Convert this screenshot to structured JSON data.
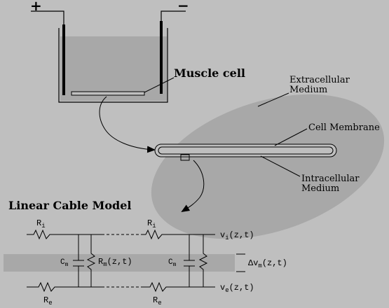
{
  "electrodes": {
    "plus": "+",
    "minus": "−"
  },
  "labels": {
    "muscle_cell": "Muscle cell",
    "extracellular_1": "Extracellular",
    "extracellular_2": "Medium",
    "cell_membrane": "Cell Membrane",
    "intracellular_1": "Intracellular",
    "intracellular_2": "Medium",
    "model_title": "Linear Cable Model"
  },
  "circuit": {
    "ri_main": "R",
    "ri_sub": "i",
    "ri2_main": "R",
    "ri2_sub": "i",
    "re_main": "R",
    "re_sub": "e",
    "re2_main": "R",
    "re2_sub": "e",
    "cm_main": "C",
    "cm_sub": "m",
    "cm2_main": "C",
    "cm2_sub": "m",
    "rm_main": "R",
    "rm_sub": "m",
    "rm_tail": "(z,t)",
    "vi_main": "v",
    "vi_sub": "i",
    "vi_tail": "(z,t)",
    "ve_main": "v",
    "ve_sub": "e",
    "ve_tail": "(z,t)",
    "dv_pre": "Δv",
    "dv_sub": "m",
    "dv_tail": "(z,t)"
  },
  "colors": {
    "background": "#bfbfbf",
    "extracellular": "#a8a8a8",
    "bath_fluid": "#a8a8a8",
    "membrane_band": "#a8a8a8",
    "line": "#000000"
  }
}
